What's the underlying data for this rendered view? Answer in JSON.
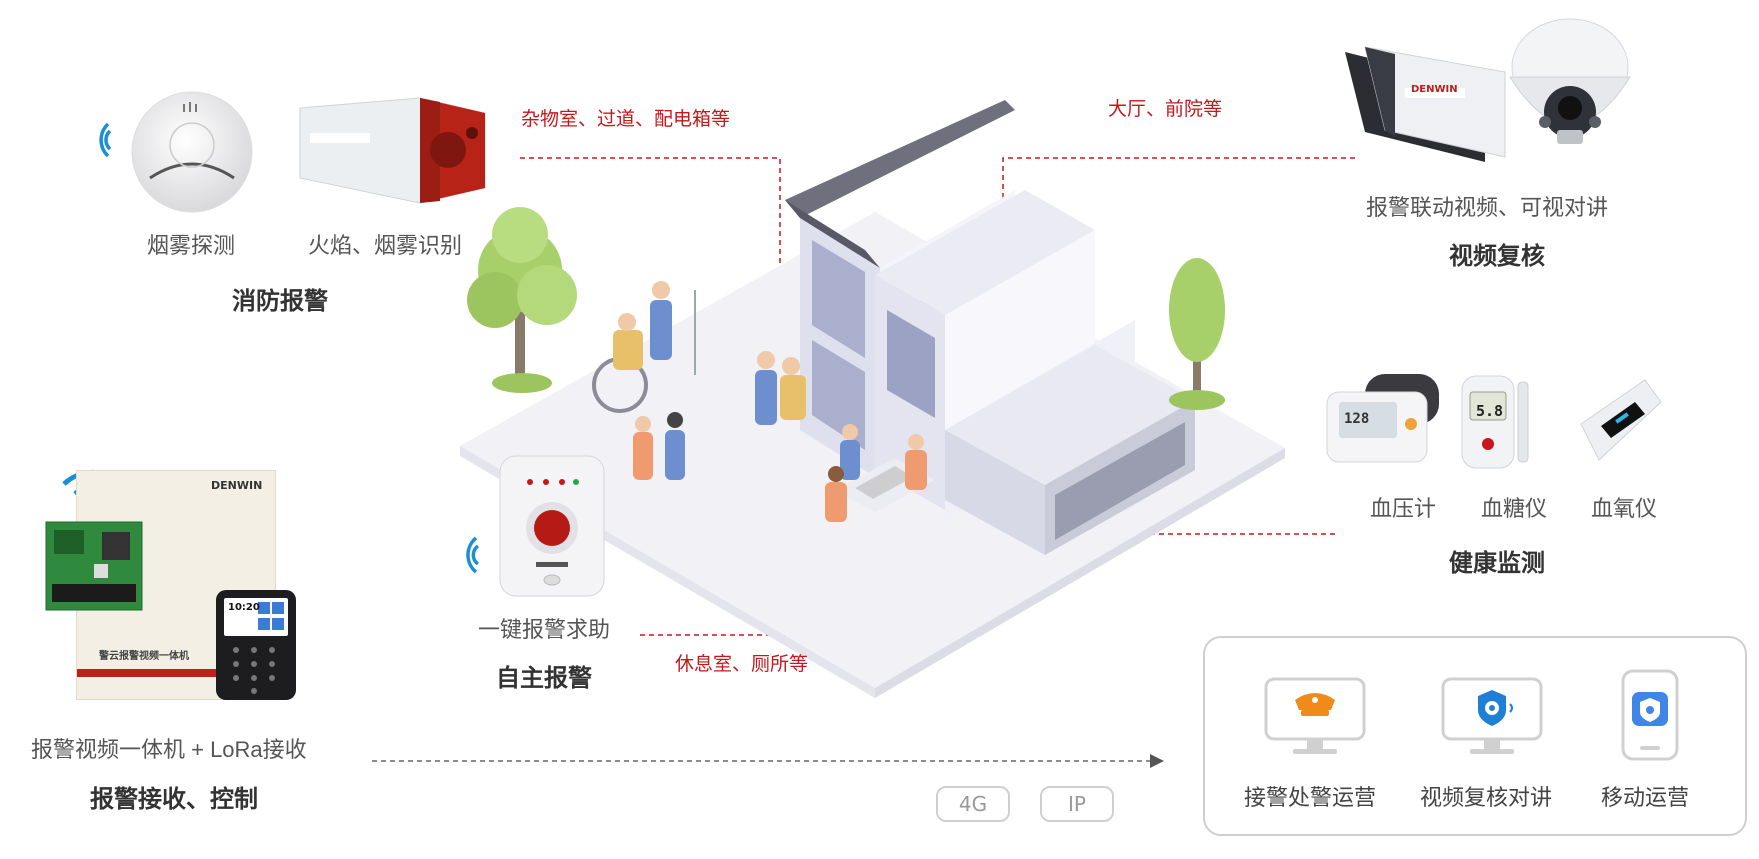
{
  "fire": {
    "smoke_label": "烟雾探测",
    "flame_label": "火焰、烟雾识别",
    "title": "消防报警"
  },
  "locations": {
    "storage": "杂物室、过道、配电箱等",
    "hall": "大厅、前院等",
    "rest": "休息室、厕所等"
  },
  "video": {
    "desc": "报警联动视频、可视对讲",
    "title": "视频复核",
    "brand": "DENWIN"
  },
  "health": {
    "devices": [
      "血压计",
      "血糖仪",
      "血氧仪"
    ],
    "title": "健康监测",
    "bp_screen": "128",
    "glucose_screen": "5.8"
  },
  "self_alarm": {
    "device_label": "一键报警求助",
    "title": "自主报警"
  },
  "host": {
    "device_label": "报警视频一体机 + LoRa接收",
    "title": "报警接收、控制",
    "box_brand": "DENWIN",
    "box_text": "警云报警视频一体机",
    "keypad_time": "10:20"
  },
  "network": {
    "tags": [
      "4G",
      "IP"
    ]
  },
  "platform": {
    "items": [
      "接警处警运营",
      "视频复核对讲",
      "移动运营"
    ]
  },
  "colors": {
    "accent_red": "#c8161d",
    "wifi_blue": "#1a8fd8",
    "border_gray": "#cfcfcf"
  }
}
